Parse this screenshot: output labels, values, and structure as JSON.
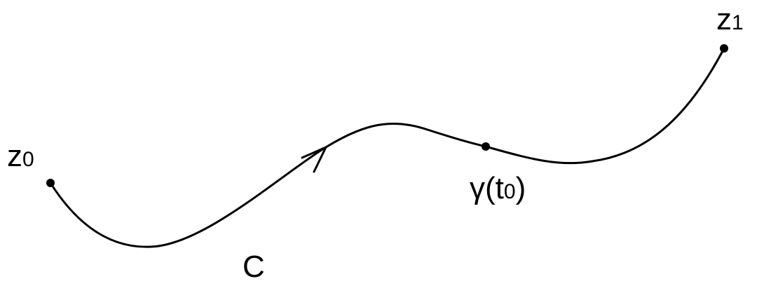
{
  "diagram": {
    "start_label": {
      "base": "z",
      "sub": "0"
    },
    "end_label": {
      "base": "z",
      "sub": "1"
    },
    "point_label": {
      "prefix": "γ(t",
      "sub": "0",
      "suffix": ")"
    },
    "curve_label": "C"
  },
  "colors": {
    "stroke": "#000000",
    "background": "#ffffff"
  }
}
